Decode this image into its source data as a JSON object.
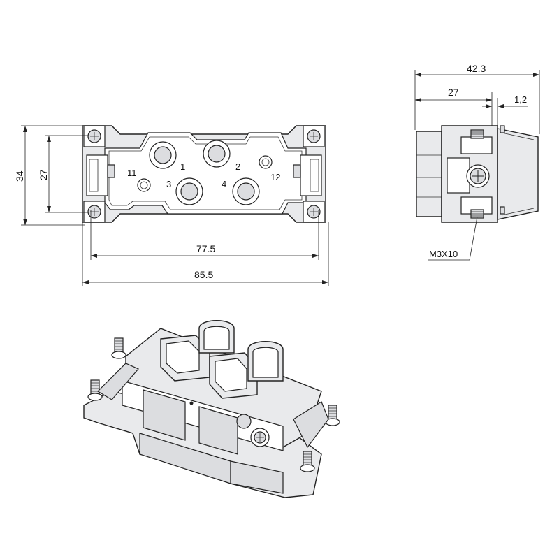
{
  "front_view": {
    "pins": [
      {
        "label": "1"
      },
      {
        "label": "2"
      },
      {
        "label": "3"
      },
      {
        "label": "4"
      },
      {
        "label": "11"
      },
      {
        "label": "12"
      }
    ]
  },
  "dimensions": {
    "height_outer": "34",
    "height_inner": "27",
    "width_inner": "77.5",
    "width_outer": "85.5",
    "side_total": "42.3",
    "side_partial": "27",
    "side_small": "1,2",
    "screw_spec": "M3X10"
  },
  "colors": {
    "line": "#222222",
    "fill": "#e9eaec"
  }
}
